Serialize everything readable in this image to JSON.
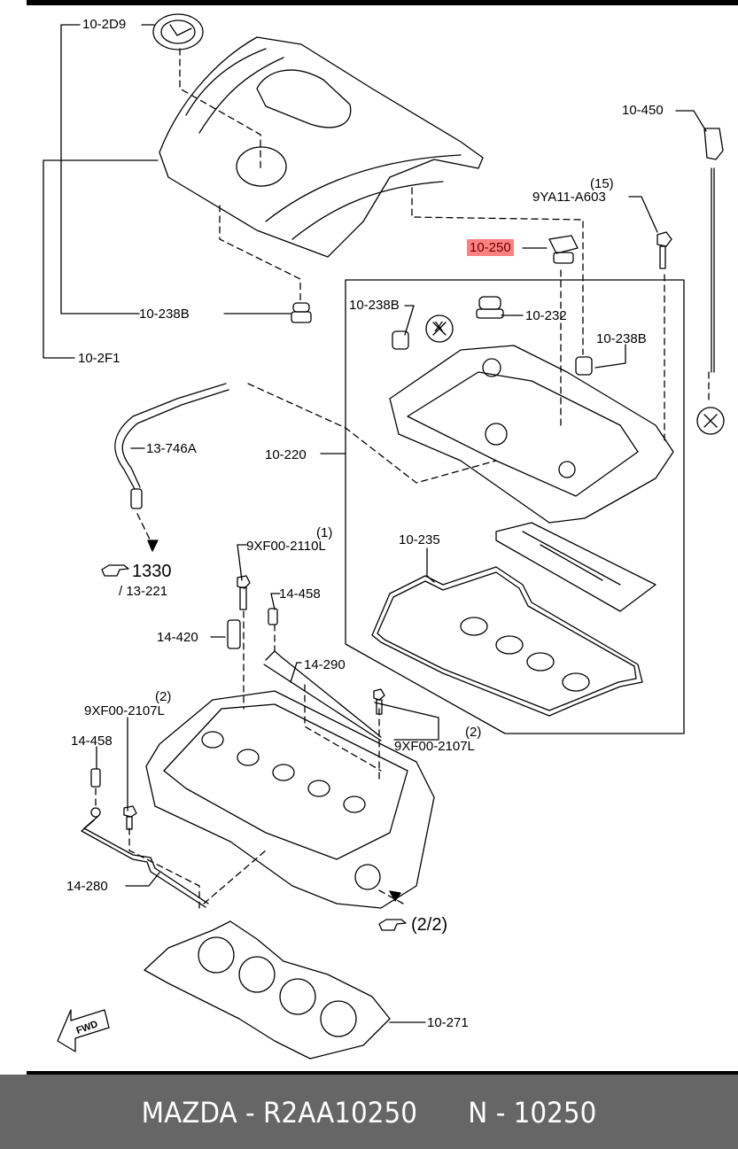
{
  "diagram": {
    "title": "Engine cylinder head cover exploded view",
    "labels": {
      "p10_2D9": "10-2D9",
      "p10_238B_top": "10-238B",
      "p10_2F1": "10-2F1",
      "p10_450": "10-450",
      "bolt_qty_15": "(15)",
      "p9YA11_A603": "9YA11-A603",
      "p10_250": "10-250",
      "p10_238B_left": "10-238B",
      "p10_232": "10-232",
      "p10_238B_right": "10-238B",
      "p13_746A": "13-746A",
      "p10_220": "10-220",
      "p10_235": "10-235",
      "ref_1330": "1330",
      "ref_13_221": "/ 13-221",
      "bolt_qty_1": "(1)",
      "p9XF00_2110L": "9XF00-2110L",
      "p14_458_upper": "14-458",
      "p14_420": "14-420",
      "p14_290": "14-290",
      "bolt_qty_2_left": "(2)",
      "p9XF00_2107L_left": "9XF00-2107L",
      "bolt_qty_2_right": "(2)",
      "p9XF00_2107L_right": "9XF00-2107L",
      "p14_458_lower": "14-458",
      "p14_280": "14-280",
      "ref_2_2": "(2/2)",
      "p10_271": "10-271",
      "fwd": "FWD",
      "marker_x_left": "X",
      "marker_x_right": "X"
    },
    "highlighted_part": "10-250",
    "highlight_color": "#ff8080"
  },
  "footer": {
    "brand": "MAZDA",
    "separator": "-",
    "part_number": "R2AA10250",
    "n_label": "N",
    "n_value": "10250"
  }
}
